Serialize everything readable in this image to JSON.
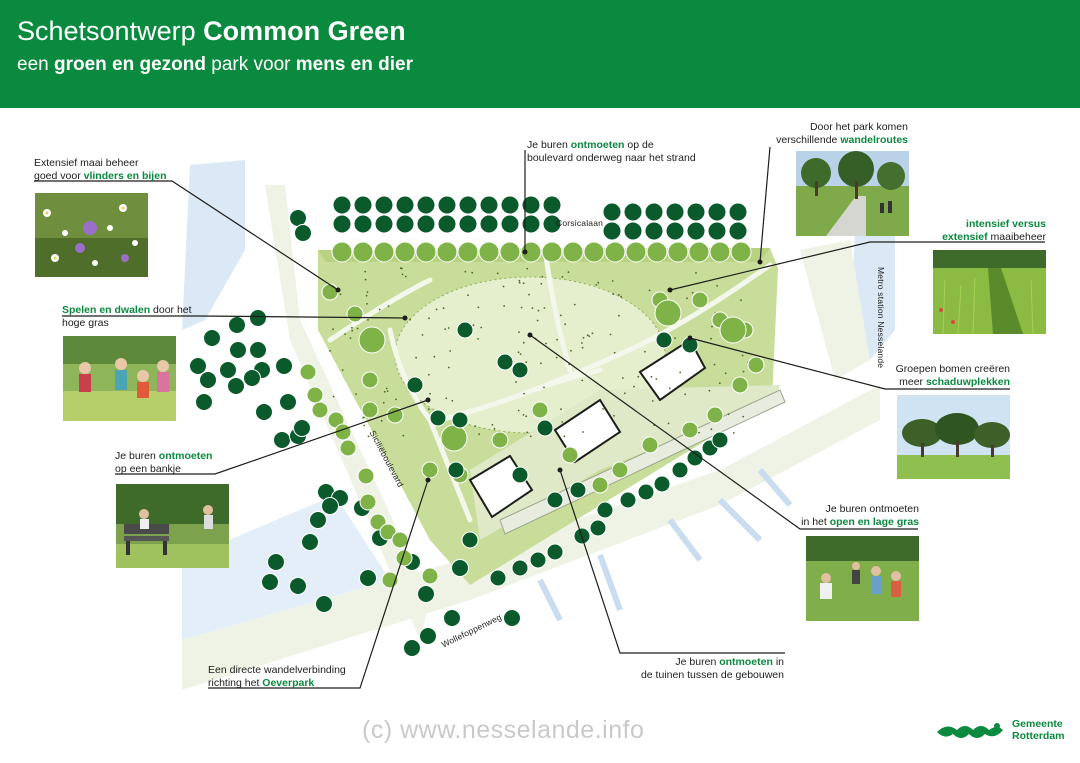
{
  "header": {
    "title_light": "Schetsontwerp",
    "title_bold": "Common Green",
    "subtitle_pre": "een",
    "subtitle_bold1": "groen en gezond",
    "subtitle_mid": "park voor",
    "subtitle_bold2": "mens en dier"
  },
  "annotations": {
    "vlinders": {
      "line1": "Extensief maai beheer",
      "line2_pre": "goed voor",
      "line2_hl": "vlinders en bijen"
    },
    "spelen": {
      "line1_hl": "Spelen en dwalen",
      "line1_post": "door het",
      "line2": "hoge gras"
    },
    "bankje": {
      "line1_pre": "Je buren",
      "line1_hl": "ontmoeten",
      "line2": "op een bankje"
    },
    "oeverpark": {
      "line1": "Een directe wandelverbinding",
      "line2_pre": "richting het",
      "line2_hl": "Oeverpark"
    },
    "boulevard": {
      "line1_pre": "Je buren",
      "line1_hl": "ontmoeten",
      "line1_post": "op de",
      "line2": "boulevard onderweg naar het strand"
    },
    "wandelroutes": {
      "line1": "Door het park komen",
      "line2_pre": "verschillende",
      "line2_hl": "wandelroutes"
    },
    "maaibeheer": {
      "line1_hl": "intensief versus",
      "line2_hl": "extensief",
      "line2_post": "maaibeheer"
    },
    "schaduw": {
      "line1": "Groepen bomen creëren",
      "line2_pre": "meer",
      "line2_hl": "schaduwplekken"
    },
    "opengras": {
      "line1": "Je buren ontmoeten",
      "line2_pre": "in het",
      "line2_hl": "open en lage gras"
    },
    "tuinen": {
      "line1_pre": "Je buren",
      "line1_hl": "ontmoeten",
      "line1_post": "in",
      "line2": "de tuinen tussen de gebouwen"
    }
  },
  "streets": {
    "corsicalaan": "Corsicalaan",
    "siciliebvd": "Siciliëboulevard",
    "wollefoppenweg": "Wollefoppenweg",
    "metro": "Metro station Nesselande"
  },
  "watermark": "(c)  www.nesselande.info",
  "logo": {
    "line1": "Gemeente",
    "line2": "Rotterdam"
  },
  "colors": {
    "brand_green": "#0a8a3e",
    "tree_dark": "#0b5a2c",
    "tree_light": "#7fb347",
    "lawn": "#c9dd9a",
    "water": "#dbe9f6"
  }
}
